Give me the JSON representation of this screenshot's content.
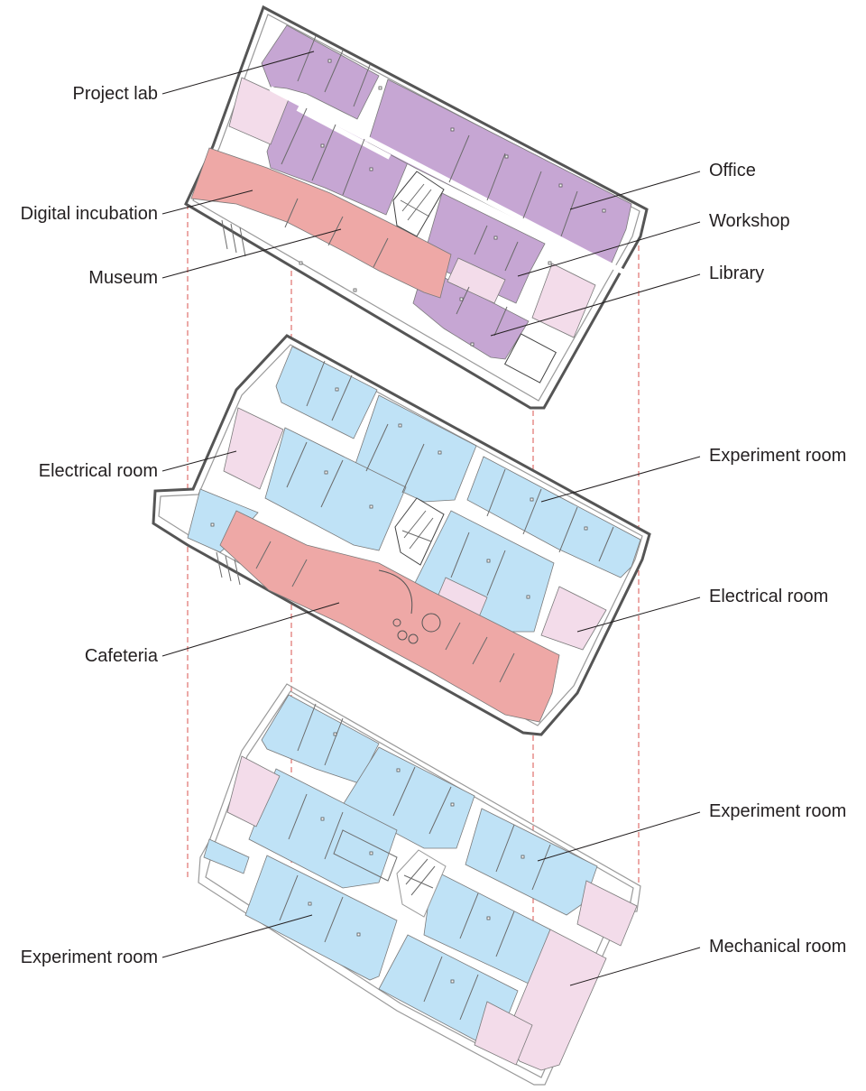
{
  "colors": {
    "office_purple": "#c6a6d3",
    "public_red": "#eea8a6",
    "lab_blue": "#bfe2f6",
    "service_pink": "#f3dcea",
    "leader": "#231f20",
    "guide_dash": "#d9534f"
  },
  "floors": [
    {
      "name": "top",
      "labels": [
        {
          "key": "project-lab",
          "text": "Project lab"
        },
        {
          "key": "digital-incubation",
          "text": "Digital incubation"
        },
        {
          "key": "museum",
          "text": "Museum"
        },
        {
          "key": "office",
          "text": "Office"
        },
        {
          "key": "workshop",
          "text": "Workshop"
        },
        {
          "key": "library",
          "text": "Library"
        }
      ]
    },
    {
      "name": "middle",
      "labels": [
        {
          "key": "electrical-room-left",
          "text": "Electrical room"
        },
        {
          "key": "cafeteria",
          "text": "Cafeteria"
        },
        {
          "key": "experiment-room-right",
          "text": "Experiment room"
        },
        {
          "key": "electrical-room-right",
          "text": "Electrical room"
        }
      ]
    },
    {
      "name": "bottom",
      "labels": [
        {
          "key": "experiment-room-left",
          "text": "Experiment room"
        },
        {
          "key": "experiment-room-right",
          "text": "Experiment room"
        },
        {
          "key": "mechanical-room",
          "text": "Mechanical room"
        }
      ]
    }
  ]
}
